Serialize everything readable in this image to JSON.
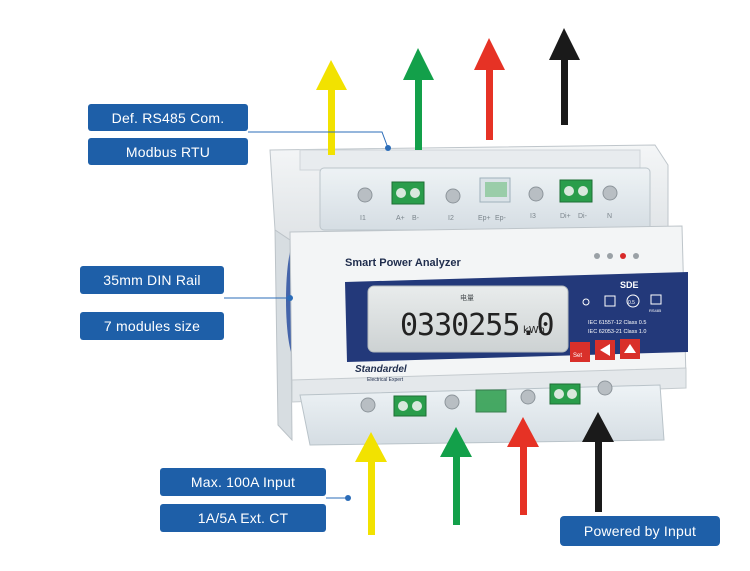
{
  "labels": {
    "rs485": "Def. RS485 Com.",
    "modbus": "Modbus RTU",
    "din_rail": "35mm DIN Rail",
    "modules": "7 modules size",
    "max_input": "Max. 100A Input",
    "ext_ct": "1A/5A Ext. CT",
    "powered": "Powered by Input"
  },
  "device": {
    "title": "Smart Power Analyzer",
    "model": "SDE",
    "standard1": "IEC 61557-12 Class 0.5",
    "standard2": "IEC 62053-21 Class 1.0",
    "display_value": "0330255.0",
    "display_unit": "kWh",
    "brand": "Standardel",
    "brand_tagline": "Electrical Expert",
    "class_badge": "0.5",
    "rs485_small": "RS485",
    "set_label": "Set"
  },
  "terminals": {
    "top": [
      "I1",
      "A+",
      "B-",
      "I2",
      "Ep+",
      "Ep-",
      "I3",
      "Di+",
      "Di-",
      "N"
    ]
  },
  "colors": {
    "yellow": "#f2e200",
    "green": "#13a04a",
    "red": "#e63225",
    "black": "#1a1a1a",
    "badge": "#1e5fa8",
    "panel": "#23397a"
  }
}
